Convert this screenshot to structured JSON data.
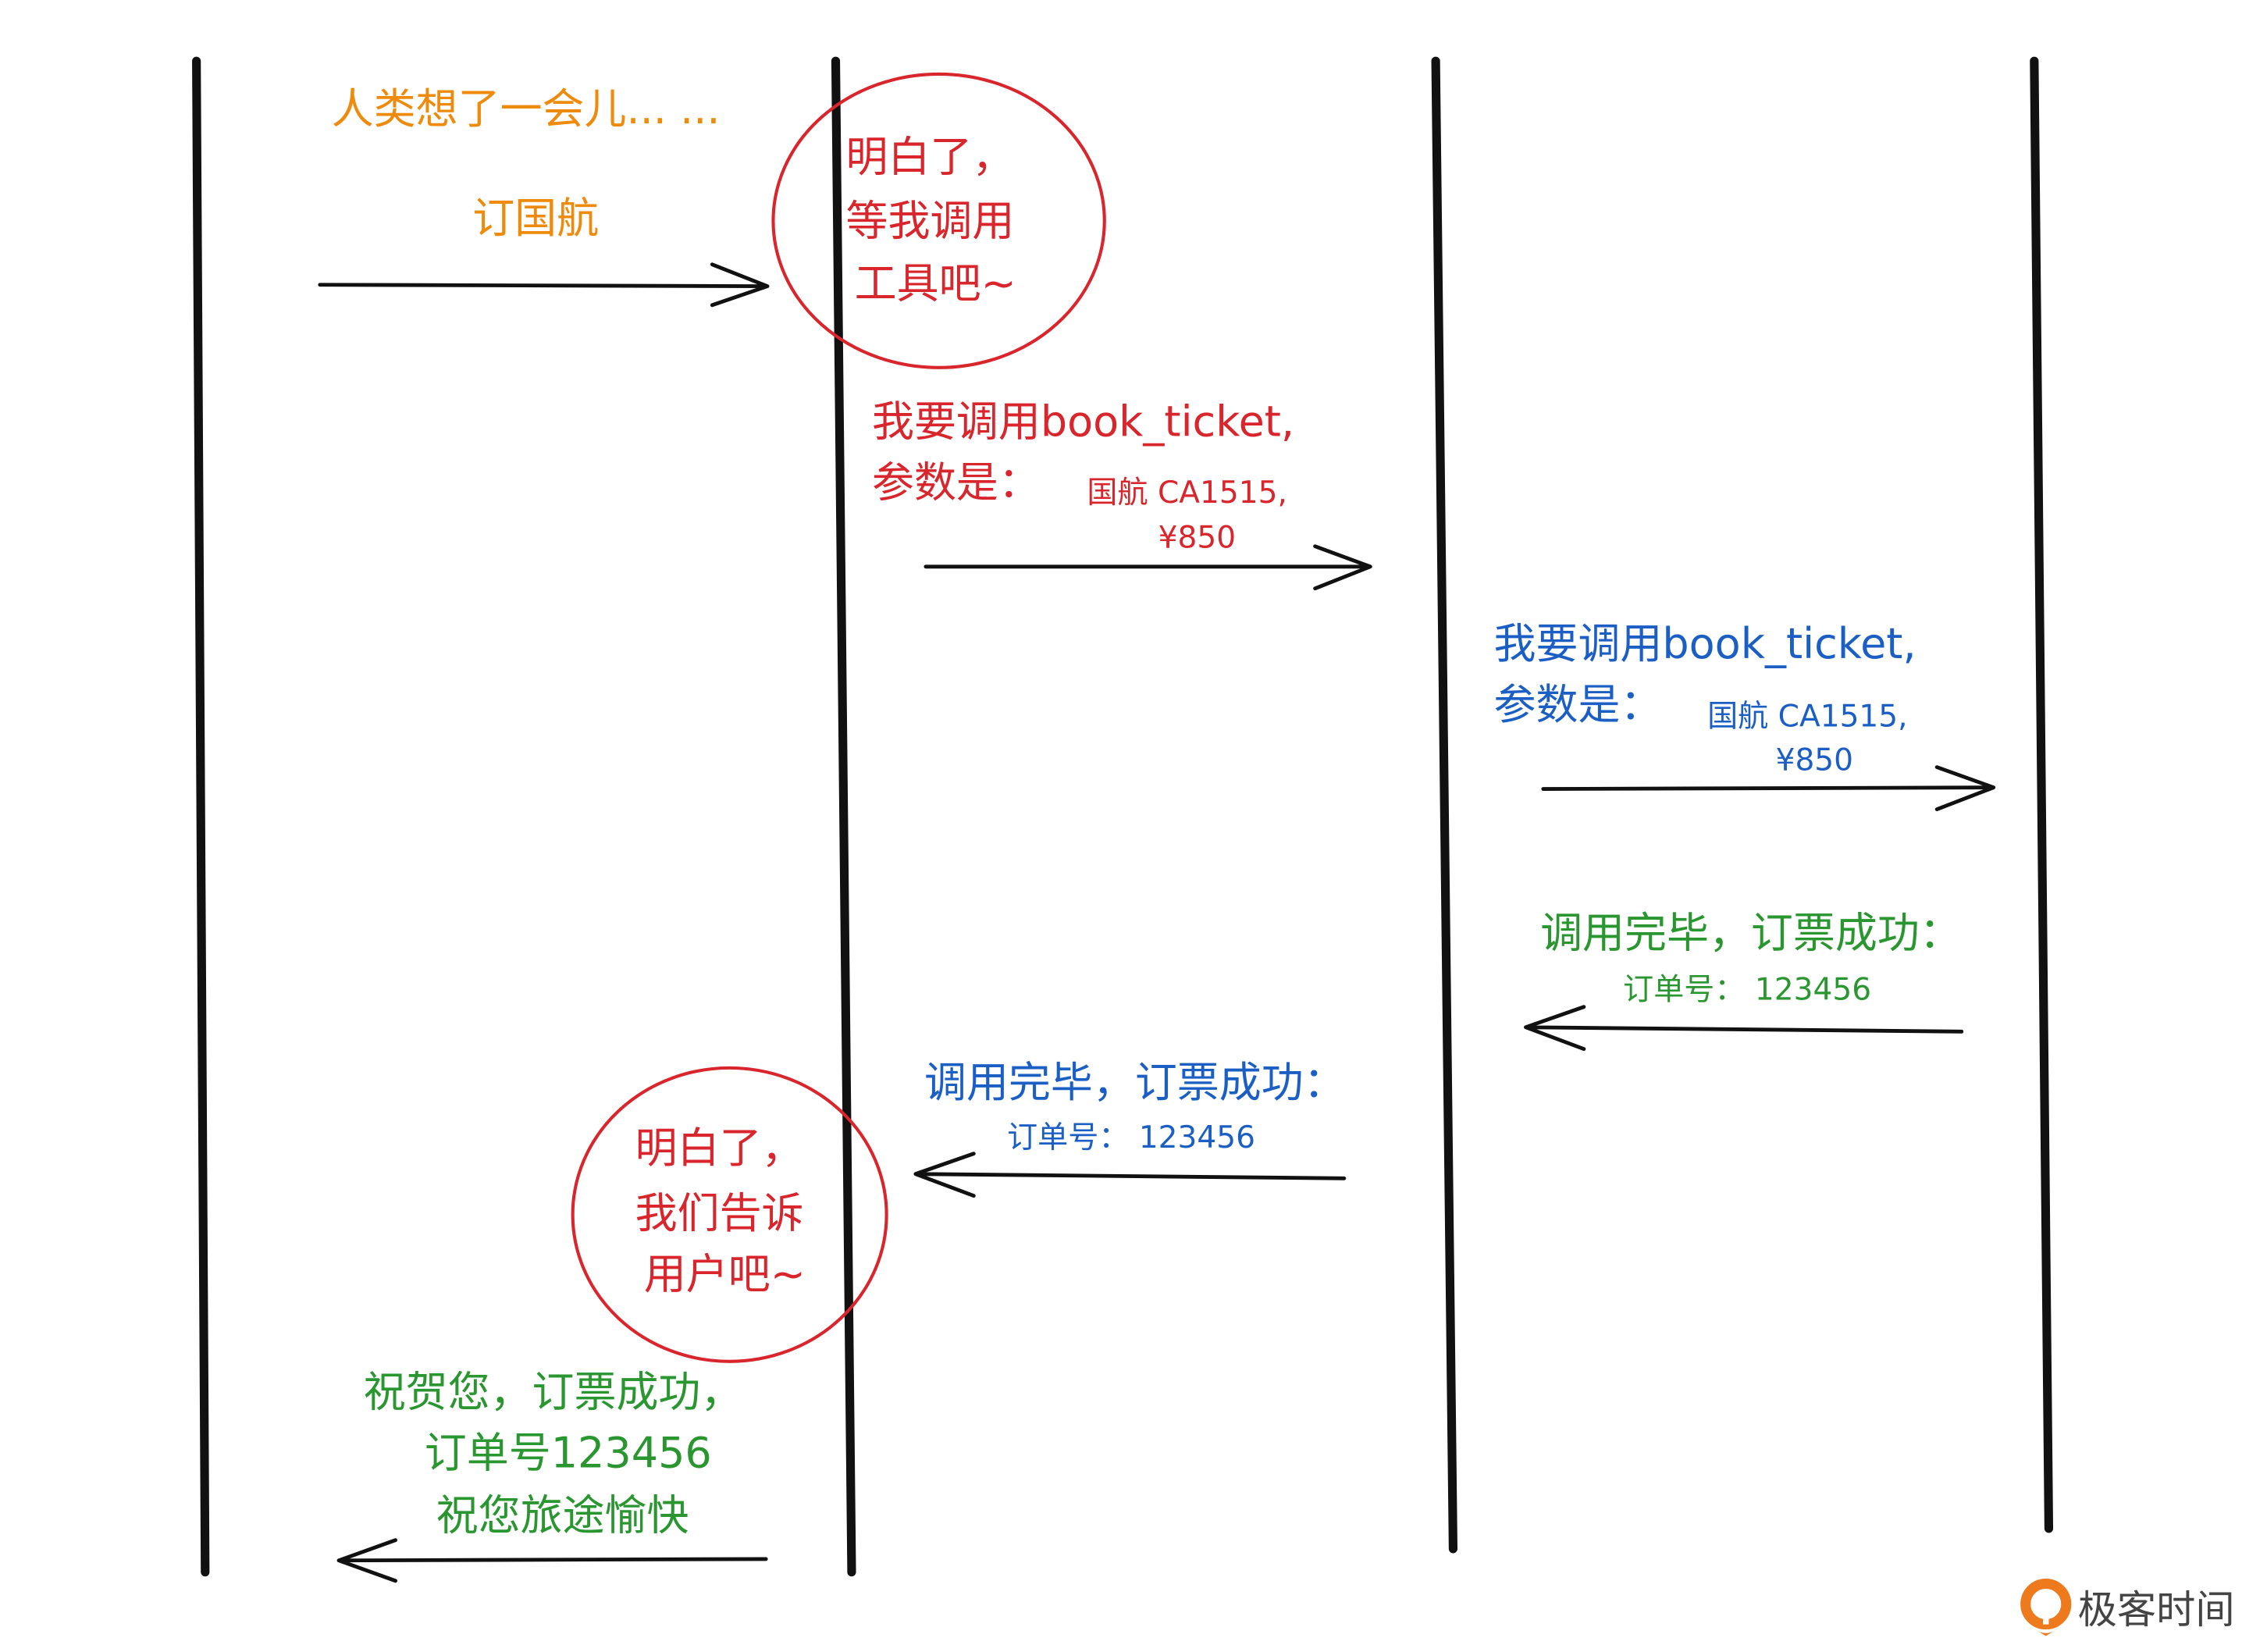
{
  "colors": {
    "orange": "#ee8a0c",
    "red": "#d9252c",
    "blue": "#1c5fc4",
    "green": "#2a9630",
    "line": "#111111",
    "logo_orange": "#ee7a1e",
    "logo_text": "#444444"
  },
  "step1": {
    "thinking": "人类想了一会儿... ...",
    "message": "订国航"
  },
  "bubble1": {
    "lines": [
      "明白了，",
      "等我调用",
      "工具吧~"
    ]
  },
  "step2": {
    "line1": "我要调用book_ticket,",
    "line2": "参数是：",
    "param1": "国航 CA1515,",
    "param2": "¥850"
  },
  "step3": {
    "line1": "我要调用book_ticket,",
    "line2": "参数是：",
    "param1": "国航 CA1515,",
    "param2": "¥850"
  },
  "step4": {
    "line1": "调用完毕，订票成功：",
    "line2": "订单号： 123456"
  },
  "step5": {
    "line1": "调用完毕，订票成功：",
    "line2": "订单号： 123456"
  },
  "bubble2": {
    "lines": [
      "明白了，",
      "我们告诉",
      "用户吧~"
    ]
  },
  "step6": {
    "lines": [
      "祝贺您，订票成功，",
      "订单号123456",
      "祝您旅途愉快"
    ]
  },
  "logo": {
    "text": "极客时间"
  }
}
